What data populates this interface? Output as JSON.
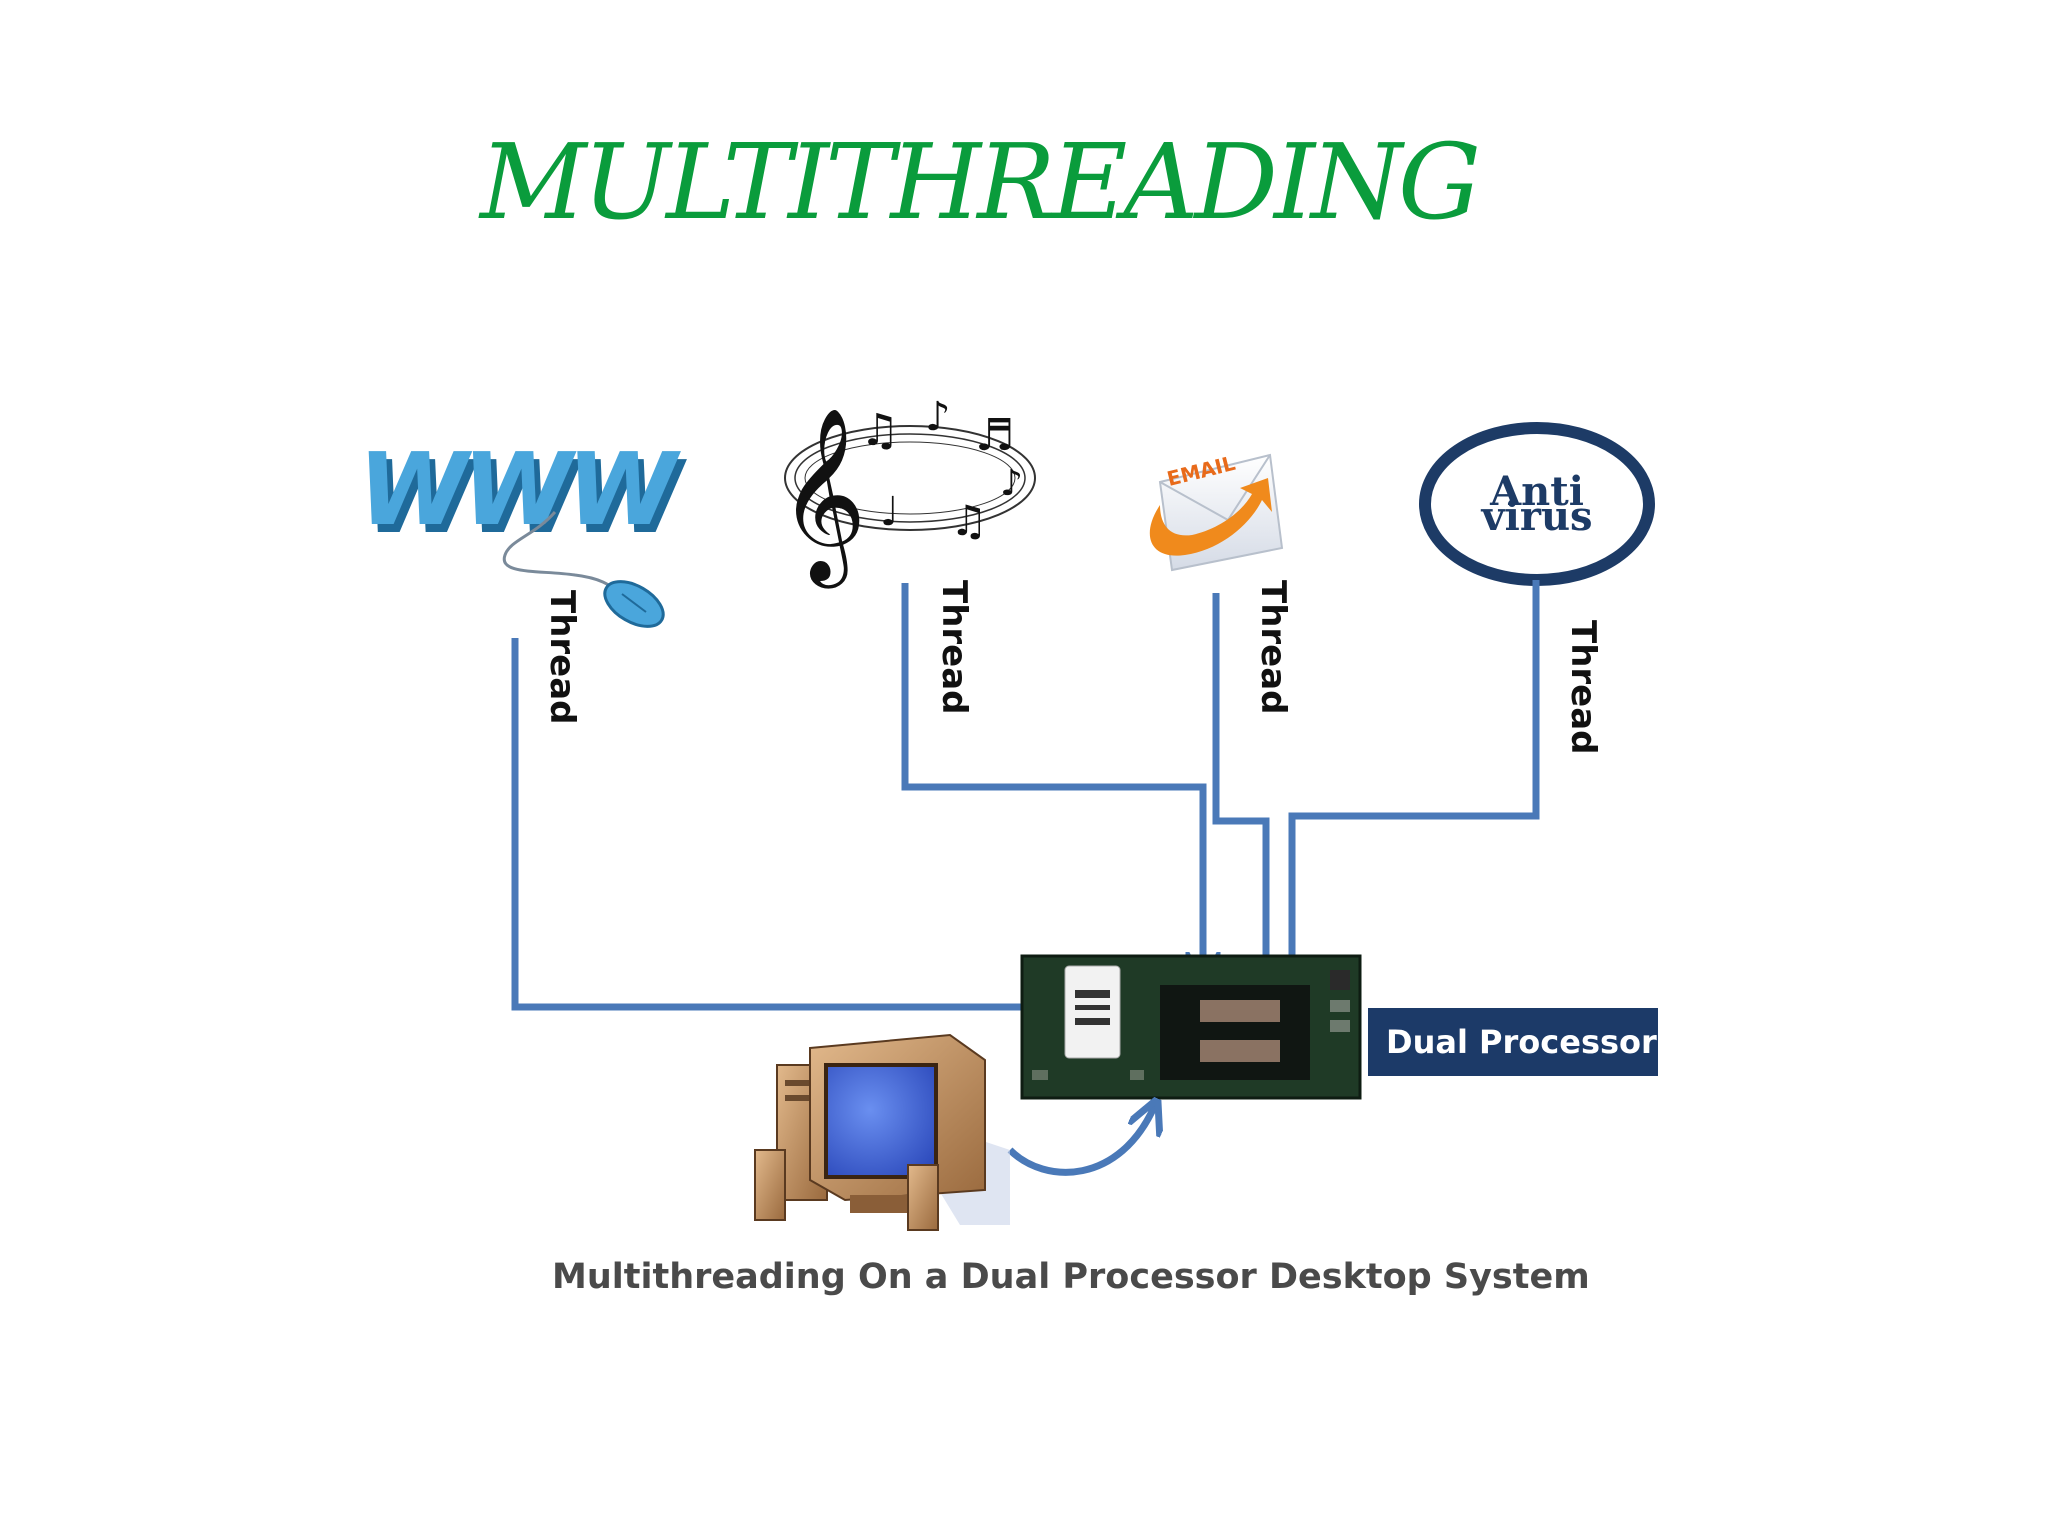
{
  "title": "MULTITHREADING",
  "icons": {
    "www": {
      "text": "WWW"
    },
    "email": {
      "label": "EMAIL"
    },
    "antivirus": {
      "line1": "Anti",
      "line2": "virus"
    }
  },
  "threads": [
    {
      "label": "Thread"
    },
    {
      "label": "Thread"
    },
    {
      "label": "Thread"
    },
    {
      "label": "Thread"
    }
  ],
  "processor": {
    "label": "Dual Processor"
  },
  "caption": "Multithreading On a Dual Processor Desktop System",
  "colors": {
    "title": "#0a9c3c",
    "arrow": "#4a79b8",
    "processor_label_bg": "#1c3a68",
    "caption": "#4a4a4a"
  }
}
